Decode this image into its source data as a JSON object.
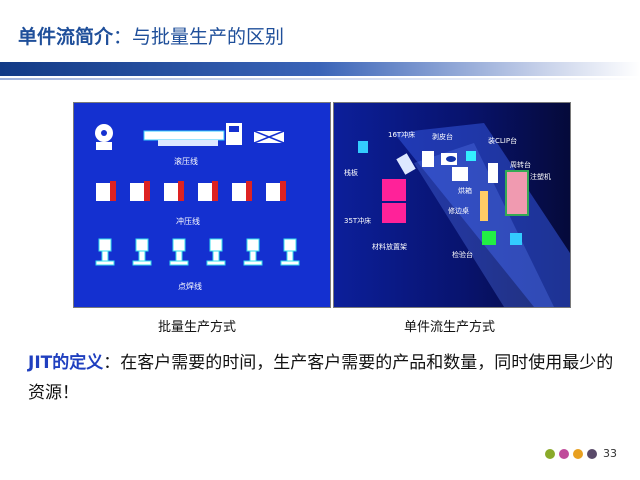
{
  "title": {
    "main": "单件流简介",
    "sep": "：",
    "sub": "与批量生产的区别"
  },
  "batch_panel": {
    "labels": [
      "滚压线",
      "冲压线",
      "点焊线"
    ]
  },
  "flow_panel": {
    "labels": [
      "16T冲床",
      "剥皮台",
      "装CLIP台",
      "周转台",
      "注塑机",
      "烘箱",
      "修边桌",
      "35T冲床",
      "材料放置架",
      "检验台",
      "栈板"
    ]
  },
  "captions": {
    "batch": "批量生产方式",
    "flow": "单件流生产方式"
  },
  "jit": {
    "term": "JIT的定义",
    "colon": "：",
    "text": "在客户需要的时间，生产客户需要的产品和数量，同时使用最少的资源！"
  },
  "footer": {
    "dot_colors": [
      "#8aaa2a",
      "#c04a9a",
      "#e8a020",
      "#5a4a6a"
    ],
    "page_number": "33"
  }
}
